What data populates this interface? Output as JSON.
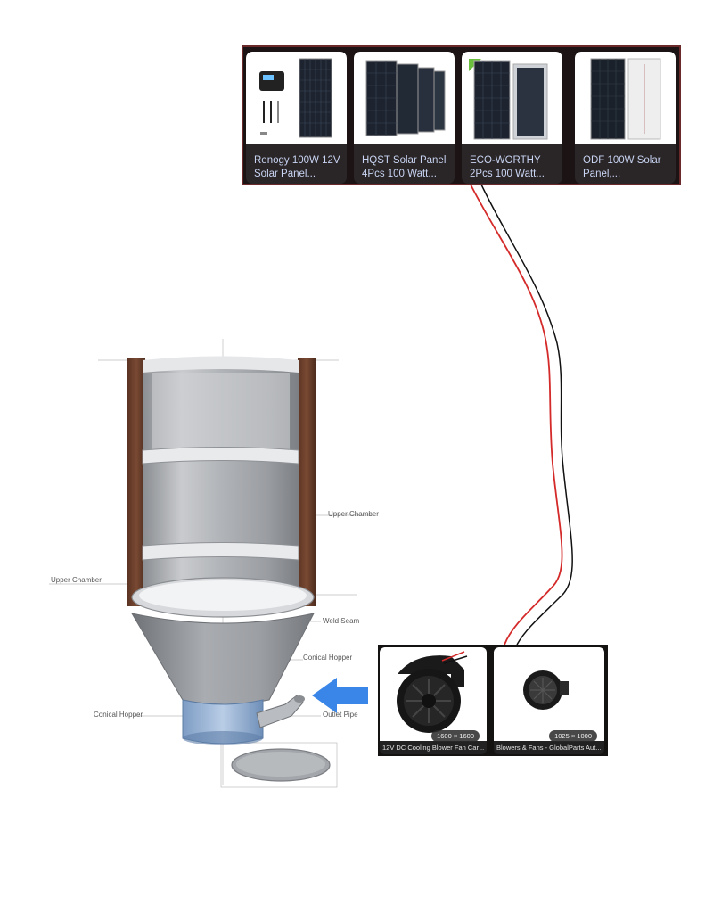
{
  "solar_results": [
    {
      "line1": "Renogy 100W 12V",
      "line2": "Solar Panel..."
    },
    {
      "line1": "HQST Solar Panel",
      "line2": "4Pcs 100 Watt..."
    },
    {
      "line1": "ECO-WORTHY",
      "line2": "2Pcs 100 Watt..."
    },
    {
      "line1": "ODF 100W Solar",
      "line2": "Panel,..."
    }
  ],
  "fan_results": [
    {
      "caption": "12V DC Cooling Blower Fan Car ...",
      "size": "1600 × 1600"
    },
    {
      "caption": "Blowers & Fans - GlobalParts Aut...",
      "size": "1025 × 1000"
    }
  ],
  "diagram_labels": {
    "upper_chamber_right": "Upper Chamber",
    "upper_chamber_left": "Upper Chamber",
    "weld_seam": "Weld Seam",
    "conical_hopper_right": "Conical Hopper",
    "conical_hopper_left": "Conical Hopper",
    "outlet_pipe": "Outlet Pipe"
  },
  "colors": {
    "wire_positive": "#d42a2a",
    "wire_negative": "#111111",
    "arrow": "#3a86e8",
    "strip_bg": "#1c1414",
    "caption_text": "#c8d4f2"
  }
}
